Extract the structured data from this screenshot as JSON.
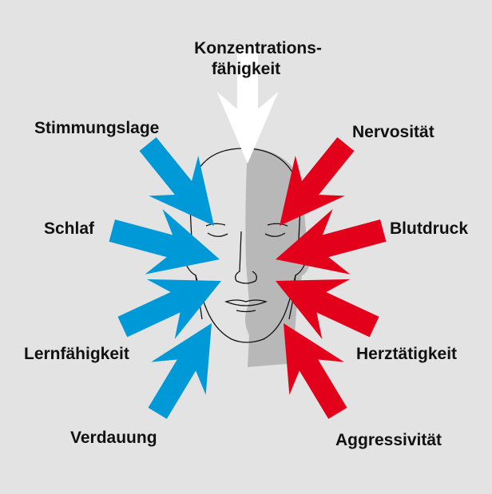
{
  "labels": {
    "top_line1": "Konzentrations-",
    "top_line2": "fähigkeit",
    "left": [
      "Stimmungslage",
      "Schlaf",
      "Lernfähigkeit",
      "Verdauung"
    ],
    "right": [
      "Nervosität",
      "Blutdruck",
      "Herztätigkeit",
      "Aggressivität"
    ]
  },
  "colors": {
    "background": "#e3e3e3",
    "left_arrows": "#0099d8",
    "right_arrows": "#e2001a",
    "top_arrow": "#ffffff",
    "shadow": "#b8b8b8"
  },
  "icons": [
    "head-icon",
    "arrow-icon"
  ]
}
